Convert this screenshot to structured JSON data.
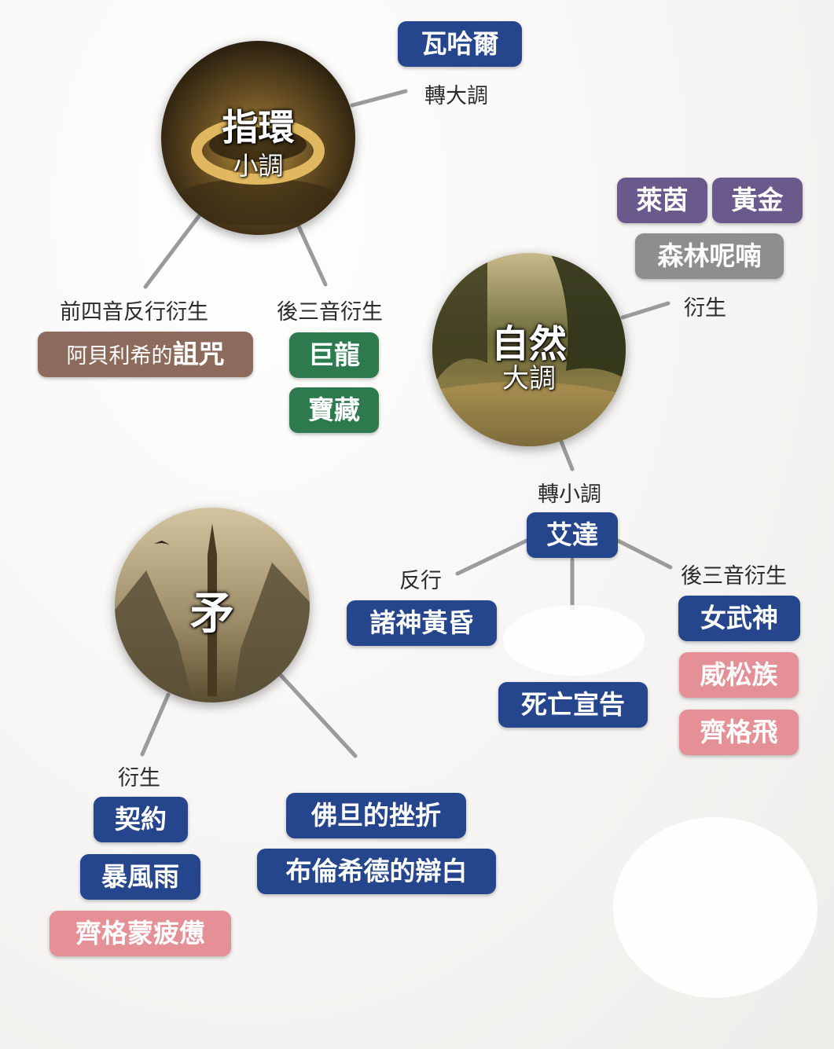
{
  "nodes": {
    "ring": {
      "title": "指環",
      "mode": "小調"
    },
    "nature": {
      "title": "自然",
      "mode": "大調"
    },
    "spear": {
      "title": "矛"
    }
  },
  "labels": {
    "ring_major": "轉大調",
    "ring_inversion": "前四音反行衍生",
    "ring_last3": "後三音衍生",
    "nature_derived": "衍生",
    "nature_minor": "轉小調",
    "erda_inversion": "反行",
    "erda_last3": "後三音衍生",
    "spear_derived": "衍生"
  },
  "motifs": {
    "valhalla": "瓦哈爾",
    "alberich_curse_prefix": "阿貝利希的",
    "alberich_curse_main": "詛咒",
    "dragon": "巨龍",
    "treasure": "寶藏",
    "rhine": "萊茵",
    "gold": "黃金",
    "forest_murmurs": "森林呢喃",
    "erda": "艾達",
    "twilight": "諸神黃昏",
    "death": "死亡宣告",
    "valkyrie": "女武神",
    "walsung": "威松族",
    "siegfried": "齊格飛",
    "contract": "契約",
    "storm": "暴風雨",
    "siegmund_weary": "齊格蒙疲憊",
    "wotan_frustration": "佛旦的挫折",
    "brunnhilde_plea": "布倫希德的辯白"
  },
  "colors": {
    "blue": "#25458c",
    "green": "#2c7a4d",
    "brown": "#8c6b5c",
    "purple": "#6a5a8c",
    "gray": "#8e8e8e",
    "pink": "#e49096"
  }
}
